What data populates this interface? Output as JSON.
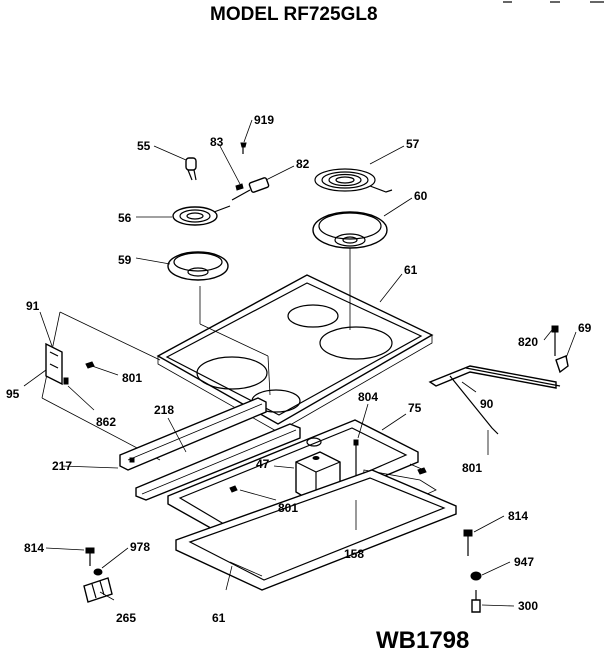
{
  "header": {
    "title": "MODEL RF725GL8"
  },
  "footer": {
    "code": "WB1798"
  },
  "callouts": {
    "c55": "55",
    "c83": "83",
    "c919": "919",
    "c82": "82",
    "c57": "57",
    "c56": "56",
    "c60": "60",
    "c59": "59",
    "c61top": "61",
    "c91": "91",
    "c801a": "801",
    "c820": "820",
    "c69": "69",
    "c95": "95",
    "c862": "862",
    "c90": "90",
    "c218": "218",
    "c804": "804",
    "c75": "75",
    "c47": "47",
    "c801b": "801",
    "c217": "217",
    "c801c": "801",
    "c158": "158",
    "c814a": "814",
    "c814b": "814",
    "c978": "978",
    "c947": "947",
    "c265": "265",
    "c61bot": "61",
    "c300": "300"
  }
}
